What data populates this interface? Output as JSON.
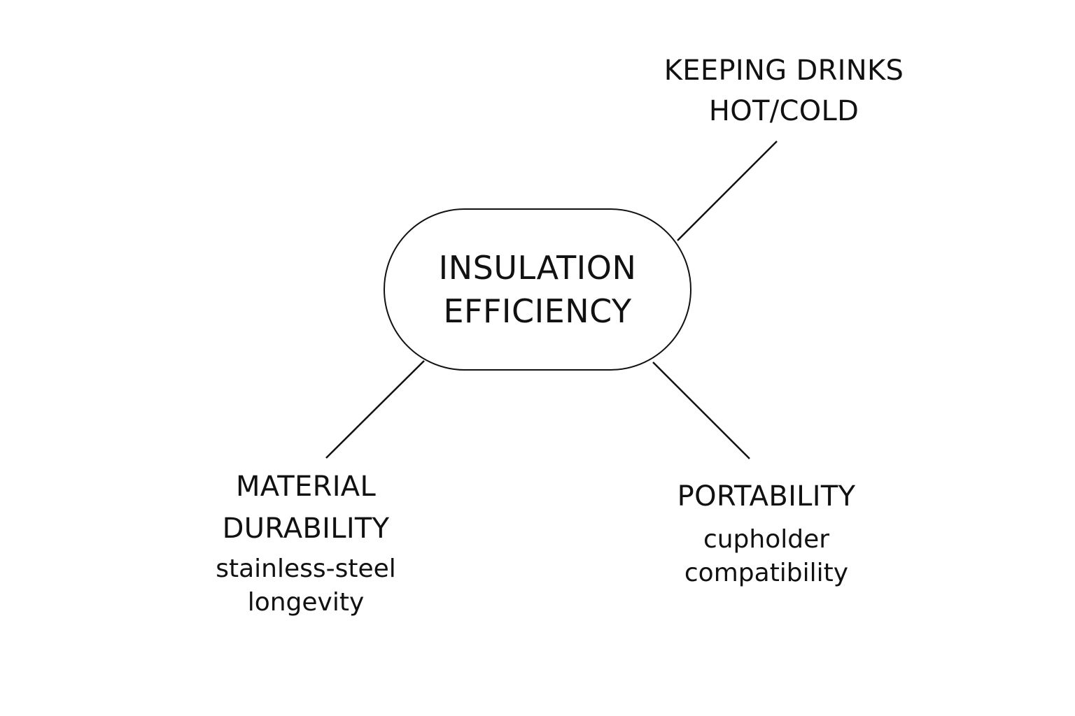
{
  "center": {
    "label": "INSULATION EFFICIENCY"
  },
  "nodes": {
    "keeping": {
      "title": "KEEPING DRINKS HOT/COLD"
    },
    "material": {
      "title": "MATERIAL DURABILITY",
      "subtitle": "stainless-steel longevity"
    },
    "portability": {
      "title": "PORTABILITY",
      "subtitle": "cupholder compatibility"
    }
  },
  "colors": {
    "line": "#111111",
    "background": "#ffffff"
  }
}
